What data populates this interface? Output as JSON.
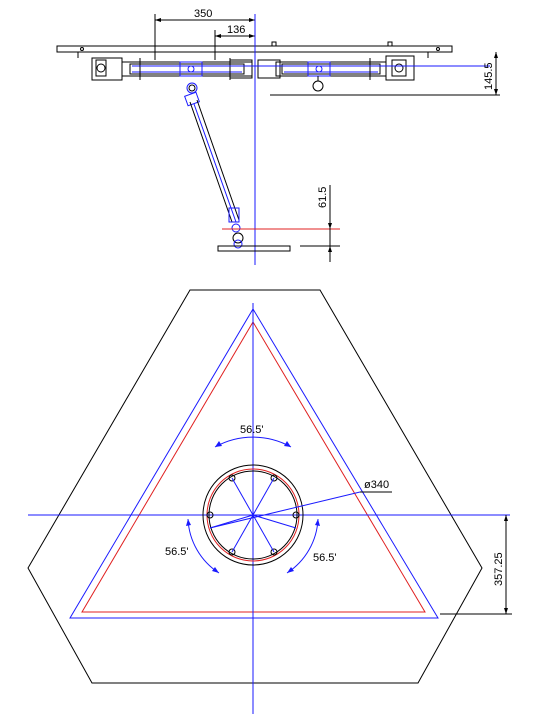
{
  "dimensions": {
    "top_width": "350",
    "top_offset": "136",
    "top_height": "145.5",
    "base_height": "61.5",
    "arc_top": "56.5'",
    "arc_left": "56.5'",
    "arc_right": "56.5'",
    "circle_diameter": "ø340",
    "plan_height": "357.25"
  },
  "colors": {
    "outline": "#000000",
    "centerline": "#1a1aff",
    "red_triangle": "#e02020"
  }
}
